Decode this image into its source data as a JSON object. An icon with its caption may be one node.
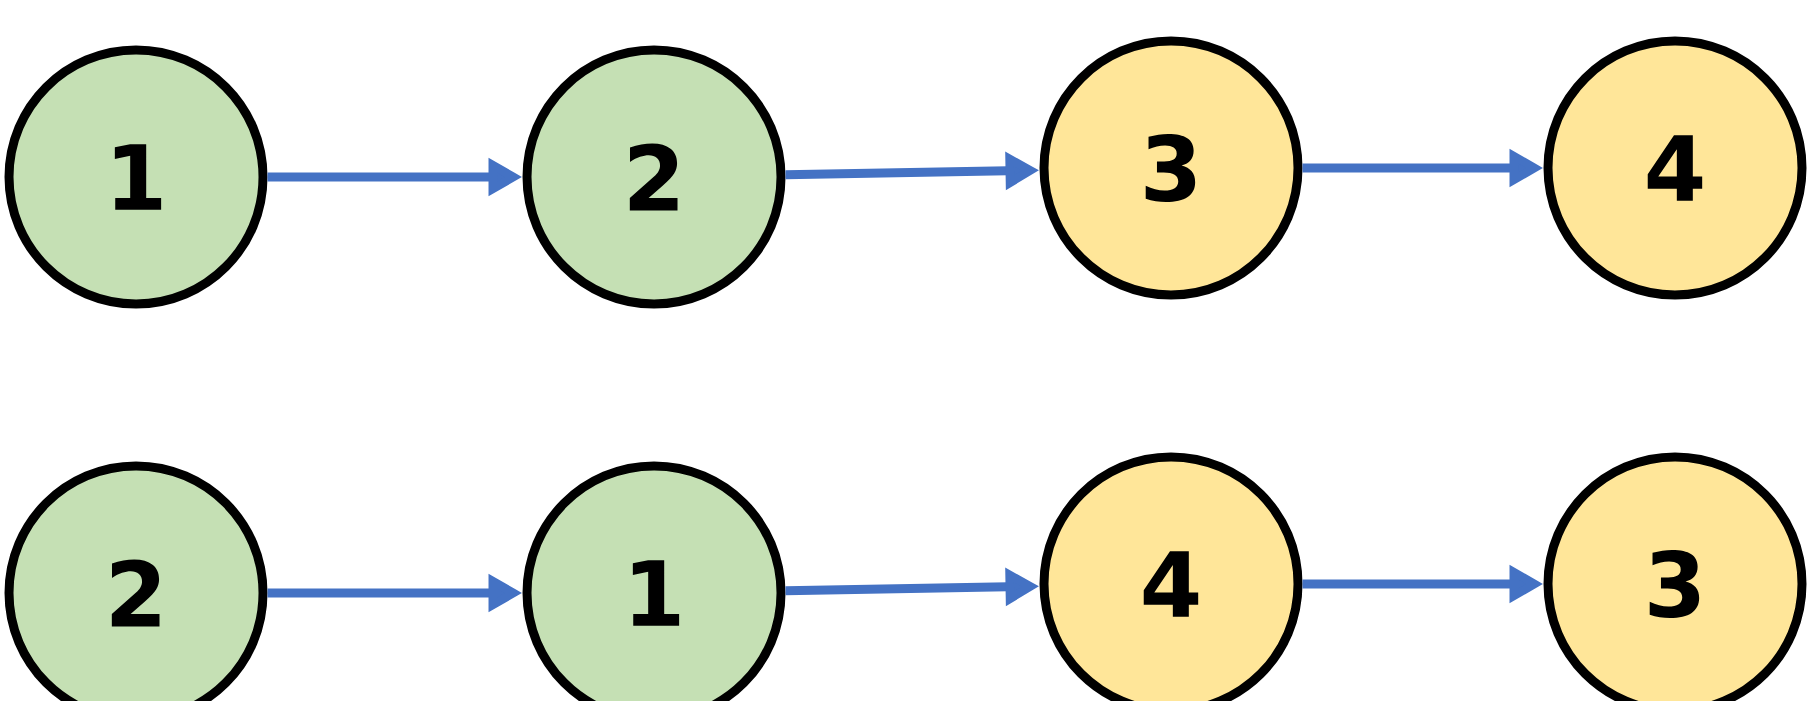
{
  "diagram": {
    "nodes": [
      {
        "text": [
          "1"
        ]
      },
      {
        "text": [
          "2"
        ]
      },
      {
        "text": [
          "3"
        ]
      },
      {
        "text": [
          "4"
        ]
      },
      {
        "text": [
          "2"
        ]
      },
      {
        "text": [
          "1"
        ]
      },
      {
        "text": [
          "4"
        ]
      },
      {
        "text": [
          "3"
        ]
      }
    ],
    "edges": [
      {
        "from": 0,
        "to": 1,
        "arrow": "to"
      },
      {
        "from": 1,
        "to": 2,
        "arrow": "to"
      },
      {
        "from": 2,
        "to": 3,
        "arrow": "to"
      },
      {
        "from": 4,
        "to": 5,
        "arrow": "to"
      },
      {
        "from": 5,
        "to": 6,
        "arrow": "to"
      },
      {
        "from": 6,
        "to": 7,
        "arrow": "to"
      }
    ]
  }
}
